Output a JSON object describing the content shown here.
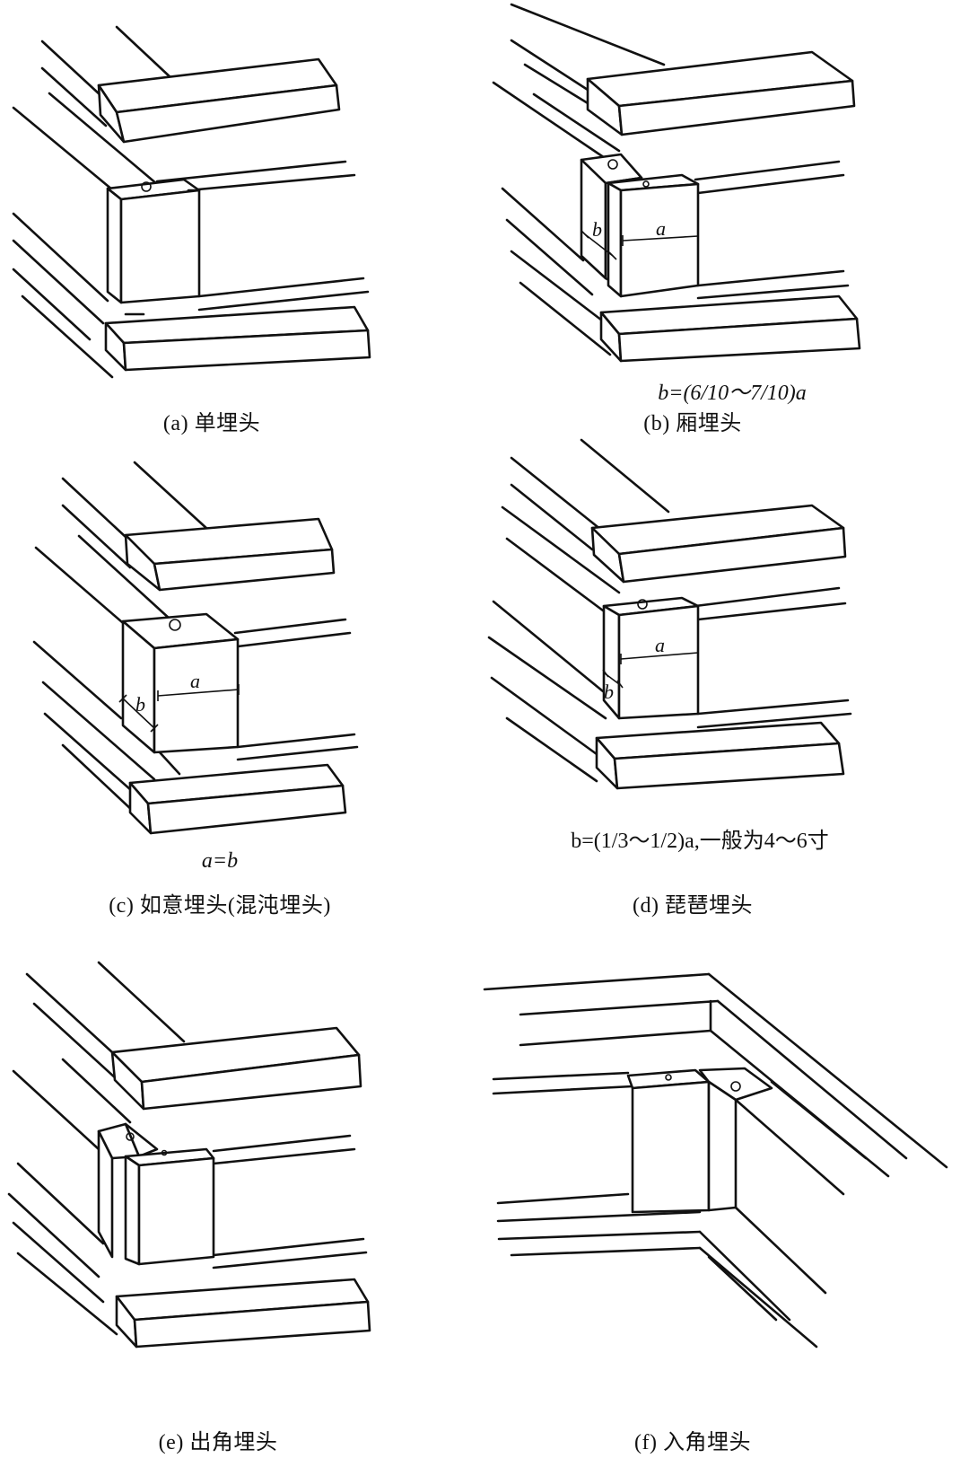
{
  "panels": [
    {
      "id": "a",
      "caption": "(a) 单埋头",
      "formula": ""
    },
    {
      "id": "b",
      "caption": "(b) 厢埋头",
      "formula": "b=(6/10～7/10)a"
    },
    {
      "id": "c",
      "caption": "(c) 如意埋头(混沌埋头)",
      "formula": "a=b"
    },
    {
      "id": "d",
      "caption": "(d) 琵琶埋头",
      "formula": "b=(1/3～1/2)a,一般为4～6寸"
    },
    {
      "id": "e",
      "caption": "(e) 出角埋头",
      "formula": ""
    },
    {
      "id": "f",
      "caption": "(f) 入角埋头",
      "formula": ""
    }
  ],
  "dimension_labels": {
    "a": "a",
    "b": "b"
  }
}
